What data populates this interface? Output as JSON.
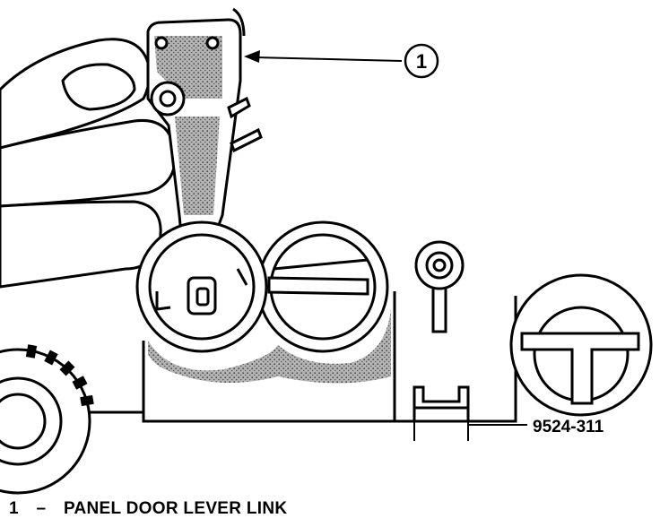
{
  "callout": {
    "number": "1"
  },
  "figure_id": "9524-311",
  "legend": [
    {
      "number": "1",
      "separator": "–",
      "label": "PANEL DOOR LEVER LINK"
    }
  ],
  "colors": {
    "ink": "#000000",
    "paper": "#ffffff",
    "shade": "#9a9a9a"
  }
}
